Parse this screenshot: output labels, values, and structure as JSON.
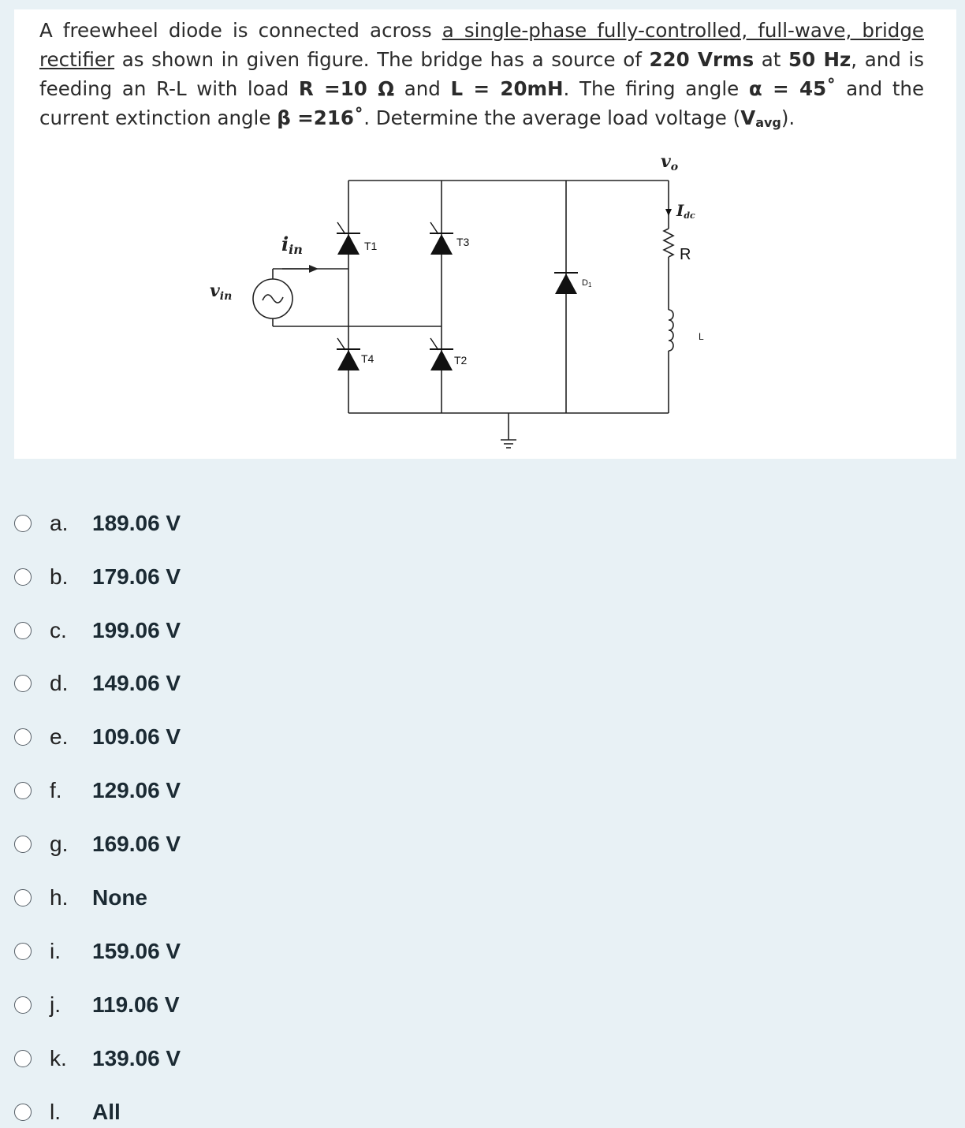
{
  "question": {
    "t1": "A freewheel diode is connected across ",
    "t1u": "a single-phase fully-controlled, full-wave, bridge rectifier",
    "t2": " as shown in given figure. The bridge has a source of ",
    "v": "220 Vrms",
    "t3": " at ",
    "f": "50 Hz",
    "t4": ", and is feeding an R-L with load ",
    "r": "R =10 Ω",
    "t5": " and ",
    "l": "L = 20mH",
    "t6": ". The firing angle ",
    "alpha": "α = 45˚",
    "t7": " and the current extinction angle ",
    "beta": "β =216˚",
    "t8": ". Determine the average load voltage (",
    "vavg_v": "V",
    "vavg_sub": "avg",
    "t9": ")."
  },
  "circuit": {
    "vo": "v",
    "vo_sub": "o",
    "idc": "I",
    "idc_sub": "dc",
    "iin": "i",
    "iin_sub": "in",
    "vin": "v",
    "vin_sub": "in",
    "t1": "T1",
    "t3": "T3",
    "t4": "T4",
    "t2": "T2",
    "d1": "D",
    "d1_sub": "1",
    "r": "R",
    "l": "L"
  },
  "options": [
    {
      "letter": "a.",
      "text": "189.06 V"
    },
    {
      "letter": "b.",
      "text": "179.06 V"
    },
    {
      "letter": "c.",
      "text": "199.06 V"
    },
    {
      "letter": "d.",
      "text": "149.06 V"
    },
    {
      "letter": "e.",
      "text": "109.06 V"
    },
    {
      "letter": "f.",
      "text": "129.06 V"
    },
    {
      "letter": "g.",
      "text": "169.06 V"
    },
    {
      "letter": "h.",
      "text": "None"
    },
    {
      "letter": "i.",
      "text": "159.06 V"
    },
    {
      "letter": "j.",
      "text": "119.06 V"
    },
    {
      "letter": "k.",
      "text": "139.06 V"
    },
    {
      "letter": "l.",
      "text": "All"
    }
  ]
}
